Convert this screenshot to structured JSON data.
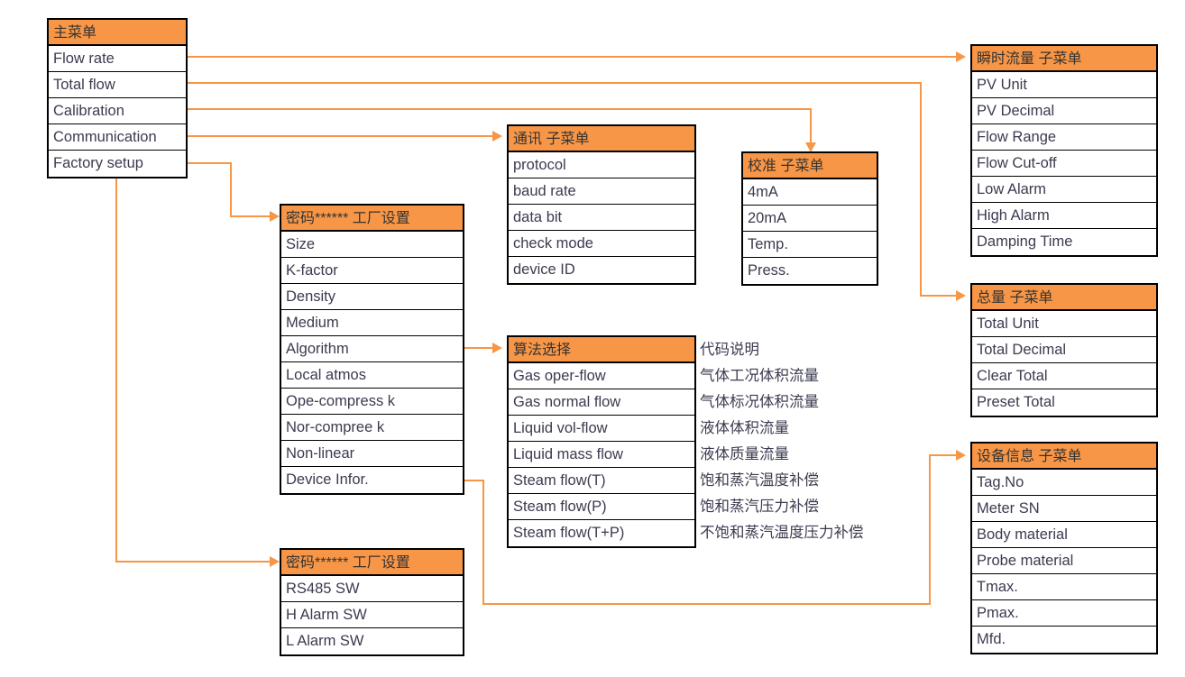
{
  "diagram": {
    "title": "Flow meter menu tree",
    "colors": {
      "header_fill": "#f79646",
      "connector": "#f79646",
      "border": "#000000",
      "text": "#3b3b4f"
    }
  },
  "boxes": {
    "main_menu": {
      "header": "主菜单",
      "items": [
        "Flow rate",
        "Total flow",
        "Calibration",
        "Communication",
        "Factory setup"
      ]
    },
    "flow_rate_sub": {
      "header": "瞬时流量 子菜单",
      "items": [
        "PV Unit",
        "PV Decimal",
        "Flow Range",
        "Flow Cut-off",
        "Low Alarm",
        "High Alarm",
        "Damping Time"
      ]
    },
    "total_flow_sub": {
      "header": "总量 子菜单",
      "items": [
        "Total Unit",
        "Total Decimal",
        "Clear Total",
        "Preset Total"
      ]
    },
    "communication_sub": {
      "header": "通讯 子菜单",
      "items": [
        "protocol",
        "baud rate",
        "data bit",
        "check mode",
        "device ID"
      ]
    },
    "calibration_sub": {
      "header": "校准 子菜单",
      "items": [
        "4mA",
        "20mA",
        "Temp.",
        "Press."
      ]
    },
    "factory_setup_main": {
      "header": "密码****** 工厂设置",
      "items": [
        "Size",
        "K-factor",
        "Density",
        "Medium",
        "Algorithm",
        "Local atmos",
        "Ope-compress k",
        "Nor-compree k",
        "Non-linear",
        "Device Infor."
      ]
    },
    "factory_setup_sw": {
      "header": "密码****** 工厂设置",
      "items": [
        "RS485 SW",
        "H Alarm SW",
        "L Alarm SW"
      ]
    },
    "algorithm_sub": {
      "header": "算法选择",
      "items": [
        "Gas oper-flow",
        "Gas normal flow",
        "Liquid vol-flow",
        "Liquid mass flow",
        "Steam flow(T)",
        "Steam flow(P)",
        "Steam flow(T+P)"
      ]
    },
    "device_info_sub": {
      "header": "设备信息 子菜单",
      "items": [
        "Tag.No",
        "Meter SN",
        "Body material",
        "Probe material",
        "Tmax.",
        "Pmax.",
        "Mfd."
      ]
    }
  },
  "annotations": {
    "algorithm_legend": {
      "title": "代码说明",
      "lines": [
        "气体工况体积流量",
        "气体标况体积流量",
        "液体体积流量",
        "液体质量流量",
        "饱和蒸汽温度补偿",
        "饱和蒸汽压力补偿",
        "不饱和蒸汽温度压力补偿"
      ]
    }
  }
}
